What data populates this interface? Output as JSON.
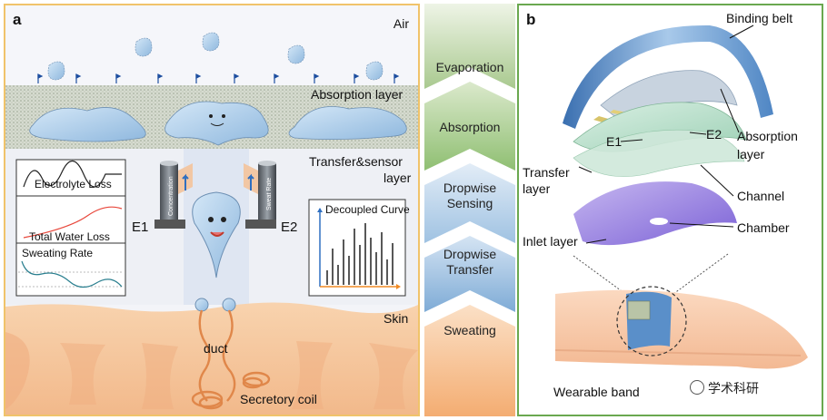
{
  "panel_a": {
    "letter": "a",
    "layers": {
      "air": "Air",
      "absorption": "Absorption layer",
      "transfer_line1": "Transfer&sensor",
      "transfer_line2": "layer",
      "skin": "Skin"
    },
    "electrodes": {
      "e1": "E1",
      "e2": "E2"
    },
    "sensor_labels": {
      "left": "Concentration",
      "right": "Sweat Rate"
    },
    "graphs": {
      "electrolyte": "Electrolyte Loss",
      "total_water": "Total Water Loss",
      "sweating_rate": "Sweating Rate"
    },
    "decoupled_curve": "Decoupled Curve",
    "skin_labels": {
      "duct": "duct",
      "coil": "Secretory coil"
    }
  },
  "stages": [
    "Evaporation",
    "Absorption",
    "Dropwise Sensing",
    "Dropwise Transfer",
    "Sweating"
  ],
  "panel_b": {
    "letter": "b",
    "labels": {
      "binding_belt": "Binding belt",
      "absorption_line1": "Absorption",
      "absorption_line2": "layer",
      "e1": "E1",
      "e2": "E2",
      "transfer_line1": "Transfer",
      "transfer_line2": "layer",
      "channel": "Channel",
      "chamber": "Chamber",
      "inlet": "Inlet layer",
      "wearable": "Wearable band"
    },
    "watermark": "学术科研"
  },
  "colors": {
    "panel_a_border": "#f0c36a",
    "panel_b_border": "#6aa84f",
    "skin": "#f6c49a",
    "droplet": "#a9cbe9",
    "chart_red": "#e8473b",
    "chart_teal": "#2a7f8f",
    "arrow_blue": "#2f6fc0",
    "arrow_orange": "#f08a24"
  }
}
